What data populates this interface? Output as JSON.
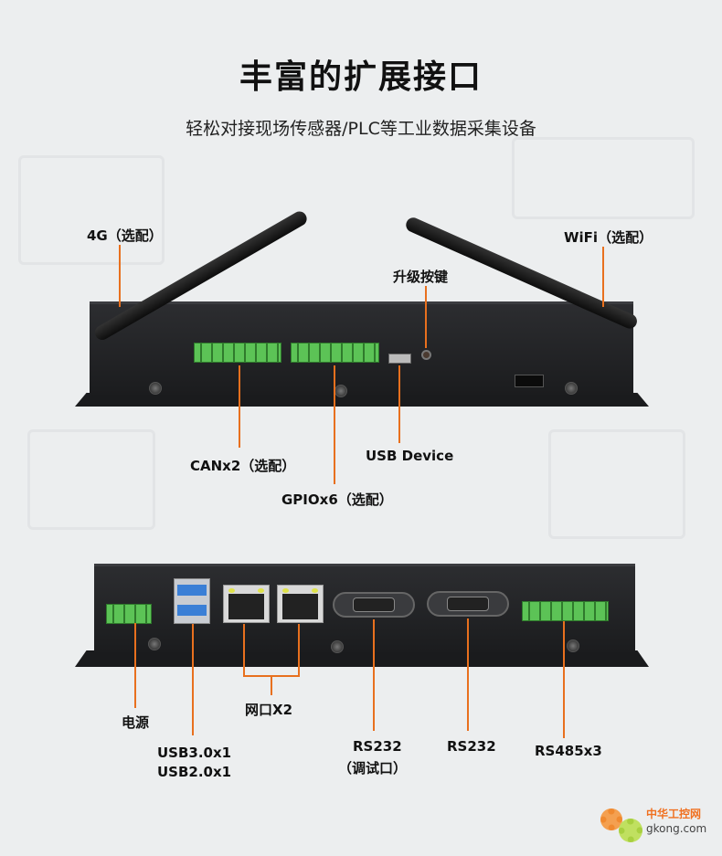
{
  "header": {
    "title": "丰富的扩展接口",
    "subtitle": "轻松对接现场传感器/PLC等工业数据采集设备"
  },
  "top_panel": {
    "labels": {
      "4g": "4G（选配）",
      "wifi": "WiFi（选配）",
      "upgrade": "升级按键",
      "can": "CANx2（选配）",
      "usb_device": "USB Device",
      "gpio": "GPIOx6（选配）"
    }
  },
  "bottom_panel": {
    "labels": {
      "power": "电源",
      "usb3": "USB3.0x1",
      "usb2": "USB2.0x1",
      "ethernet": "网口X2",
      "rs232_debug": "RS232",
      "rs232_debug_note": "（调试口）",
      "rs232": "RS232",
      "rs485": "RS485x3"
    }
  },
  "watermark": {
    "cn": "中华工控网",
    "site": "gkong.com"
  },
  "colors": {
    "accent": "#e8701e",
    "background": "#eceeef"
  }
}
